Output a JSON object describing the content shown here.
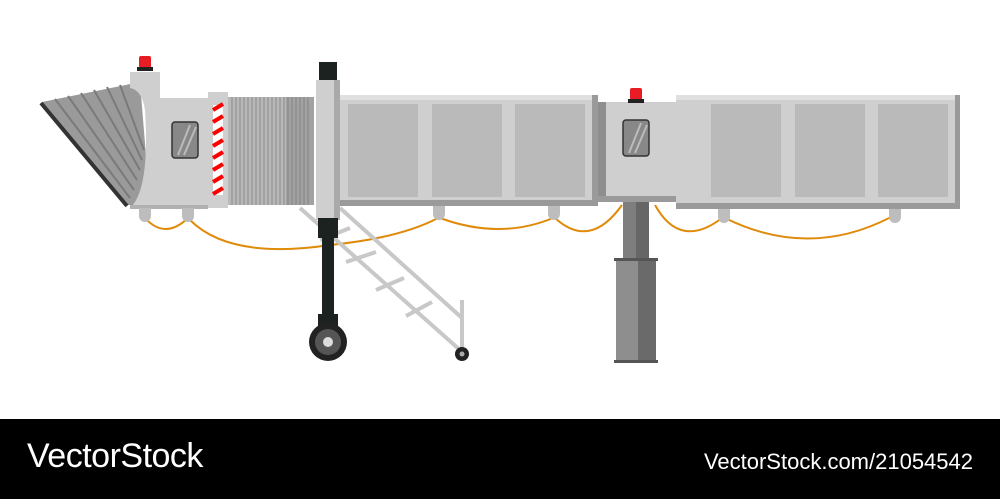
{
  "illustration": {
    "subject": "Airport jet bridge (passenger boarding bridge)",
    "colors": {
      "panel": "#cfcfcf",
      "panel_inset": "#bababa",
      "panel_dark": "#8e8e8e",
      "cable": "#e08a0a",
      "beacon": "#e81c24",
      "column_dark": "#1c2220",
      "stripe_red": "#ff0000"
    }
  },
  "footer": {
    "brand": "VectorStock",
    "url": "VectorStock.com/21054542"
  }
}
